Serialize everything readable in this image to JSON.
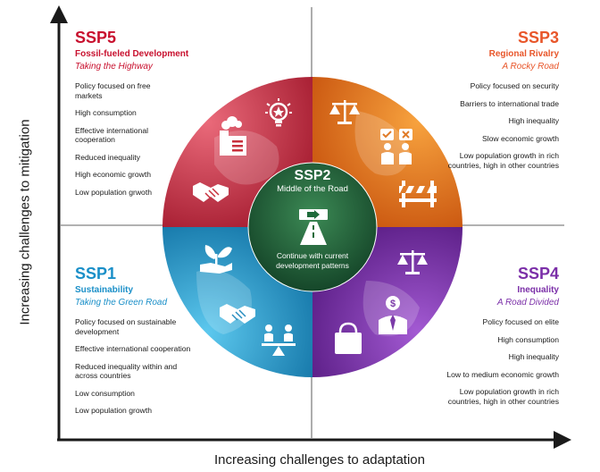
{
  "axes": {
    "y_label": "Increasing challenges to mitigation",
    "x_label": "Increasing challenges to adaptation"
  },
  "quadrants": {
    "ssp5": {
      "code": "SSP5",
      "name": "Fossil-fueled Development",
      "tagline": "Taking the Highway",
      "color": "#c8102e",
      "items": [
        "Policy focused on free markets",
        "High consumption",
        "Effective international cooperation",
        "Reduced inequality",
        "High economic growth",
        "Low population grwoth"
      ]
    },
    "ssp3": {
      "code": "SSP3",
      "name": "Regional Rivalry",
      "tagline": "A Rocky Road",
      "color": "#e8562a",
      "items": [
        "Policy focused on security",
        "Barriers to international trade",
        "High inequality",
        "Slow economic growth",
        "Low population growth in rich countries, high in other countries"
      ]
    },
    "ssp1": {
      "code": "SSP1",
      "name": "Sustainability",
      "tagline": "Taking the Green Road",
      "color": "#1a8fc8",
      "items": [
        "Policy focused on sustainable development",
        "Effective international cooperation",
        "Reduced inequality within and across countries",
        "Low consumption",
        "Low population growth"
      ]
    },
    "ssp4": {
      "code": "SSP4",
      "name": "Inequality",
      "tagline": "A Road Divided",
      "color": "#7b2fa8",
      "items": [
        "Policy focused on elite",
        "High consumption",
        "High inequality",
        "Low to medium economic growth",
        "Low population growth in rich countries, high in other countries"
      ]
    }
  },
  "center": {
    "code": "SSP2",
    "name": "Middle of the Road",
    "description": "Continue with current development patterns",
    "color": "#1e6b3a"
  },
  "icons": {
    "ssp5": [
      "factory-icon",
      "lightbulb-icon",
      "handshake-icon"
    ],
    "ssp3": [
      "scales-icon",
      "voting-icon",
      "barrier-icon"
    ],
    "ssp1": [
      "plant-hand-icon",
      "handshake-icon",
      "balanced-people-icon"
    ],
    "ssp4": [
      "scales-icon",
      "businessman-icon",
      "shopping-bag-icon"
    ],
    "ssp2": [
      "road-sign-icon"
    ]
  }
}
